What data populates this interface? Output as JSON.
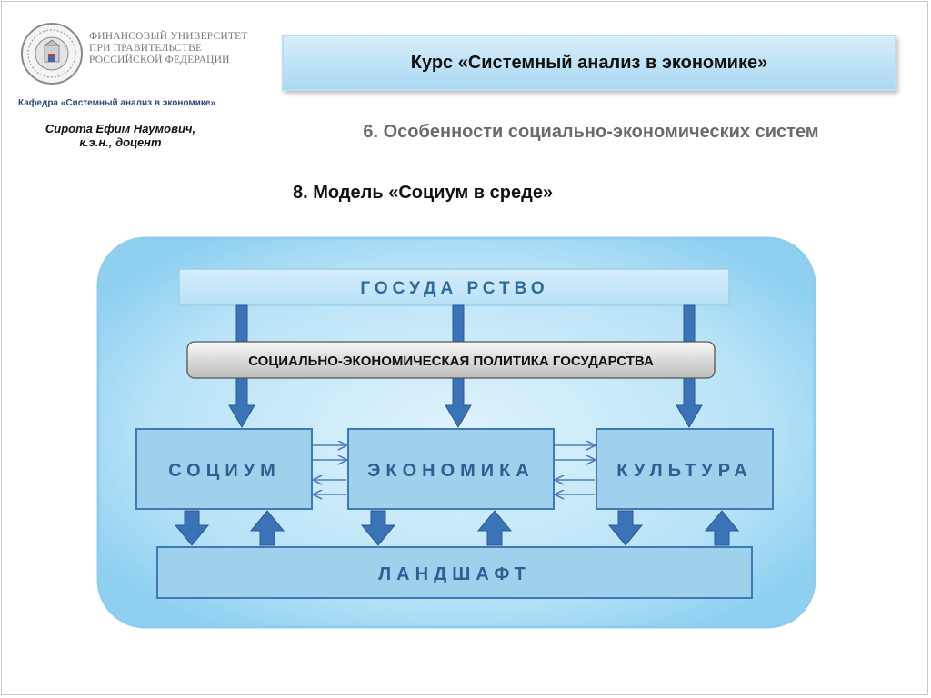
{
  "header": {
    "university_lines": [
      "ФИНАНСОВЫЙ УНИВЕРСИТЕТ",
      "ПРИ ПРАВИТЕЛЬСТВЕ",
      "РОССИЙСКОЙ ФЕДЕРАЦИИ"
    ],
    "department": "Кафедра «Системный анализ в экономике»",
    "author_name": "Сирота Ефим Наумович,",
    "author_title": "к.э.н., доцент",
    "logo_icon": "university-emblem-icon"
  },
  "course": {
    "title": "Курс «Системный анализ в экономике»"
  },
  "section": {
    "title": "6. Особенности социально-экономических систем"
  },
  "model": {
    "title": "8. Модель «Социум в среде»"
  },
  "diagram": {
    "state": "ГОСУДА РСТВО",
    "policy": "СОЦИАЛЬНО-ЭКОНОМИЧЕСКАЯ ПОЛИТИКА ГОСУДАРСТВА",
    "socium": "СОЦИУМ",
    "economy": "ЭКОНОМИКА",
    "culture": "КУЛЬТУРА",
    "landscape": "ЛАНДШАФТ",
    "colors": {
      "outer_fill": "#a9dcf5",
      "box_fill": "#9fd0ec",
      "box_border": "#3d7ab7",
      "arrow_fill": "#3a73b8",
      "label_color": "#2e5f93"
    }
  }
}
